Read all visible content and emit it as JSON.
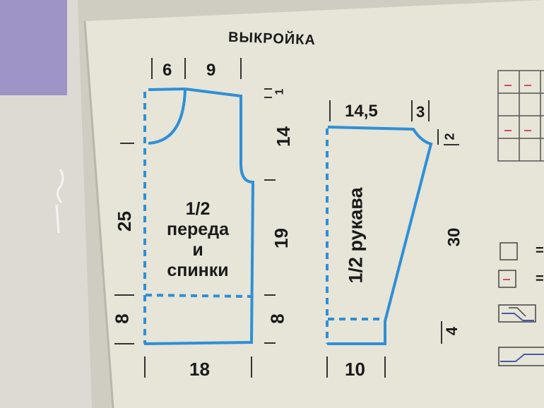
{
  "title": "ВЫКРОЙКА",
  "body_piece": {
    "label_lines": [
      "1/2",
      "переда",
      "и",
      "спинки"
    ],
    "dim_top_left": "6",
    "dim_top_right": "9",
    "dim_right_top": "1",
    "dim_right_upper": "14",
    "dim_right_middle": "19",
    "dim_right_bottom": "8",
    "dim_left_main": "25",
    "dim_left_bottom": "8",
    "dim_bottom": "18"
  },
  "sleeve_piece": {
    "label": "1/2 рукава",
    "dim_top": "14,5",
    "dim_top_small": "3",
    "dim_right_top": "2",
    "dim_right_main": "30",
    "dim_right_bottom": "4",
    "dim_bottom": "10"
  },
  "legend_symbol": "=",
  "colors": {
    "outline": "#2f8fd6",
    "text": "#1a1a1a",
    "paper": "#e7e6d9",
    "grid_mark": "#d24a6a"
  }
}
